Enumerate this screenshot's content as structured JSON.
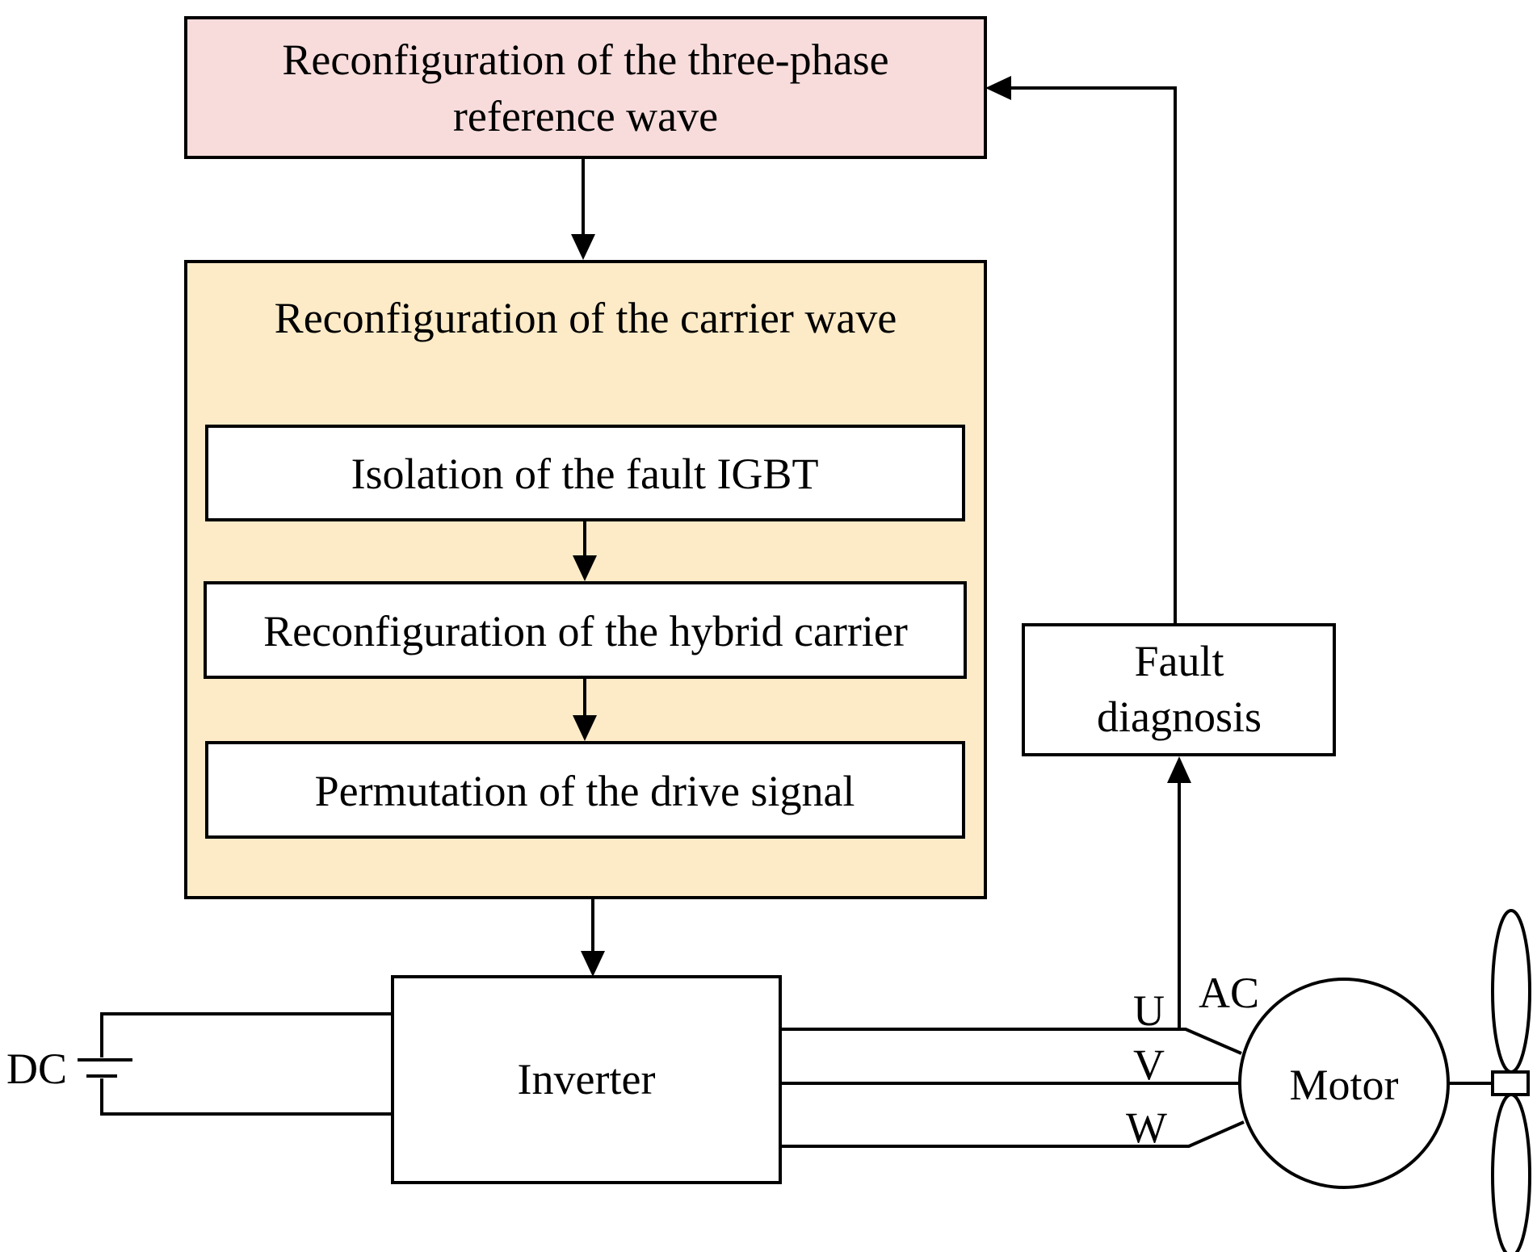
{
  "boxes": {
    "reference_wave": {
      "line1": "Reconfiguration of the three-phase",
      "line2": "reference wave",
      "fill": "#f8dcdc"
    },
    "carrier_wave": {
      "title": "Reconfiguration of the carrier wave",
      "fill": "#fdebc8"
    },
    "isolation": {
      "label": "Isolation of the fault IGBT"
    },
    "hybrid_carrier": {
      "label": "Reconfiguration of the hybrid carrier"
    },
    "drive_signal": {
      "label": "Permutation of the drive signal"
    },
    "fault_diagnosis": {
      "line1": "Fault",
      "line2": "diagnosis"
    },
    "inverter": {
      "label": "Inverter"
    },
    "motor": {
      "label": "Motor"
    }
  },
  "labels": {
    "dc": "DC",
    "ac": "AC",
    "phase_u": "U",
    "phase_v": "V",
    "phase_w": "W"
  },
  "colors": {
    "line": "#000000",
    "background": "#ffffff"
  }
}
